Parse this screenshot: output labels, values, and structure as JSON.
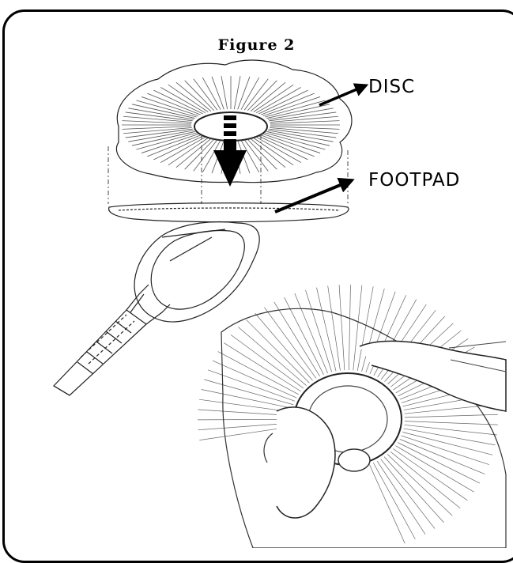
{
  "figure": {
    "title": "Figure 2",
    "labels": {
      "disc": "DISC",
      "footpad": "FOOTPAD"
    }
  }
}
